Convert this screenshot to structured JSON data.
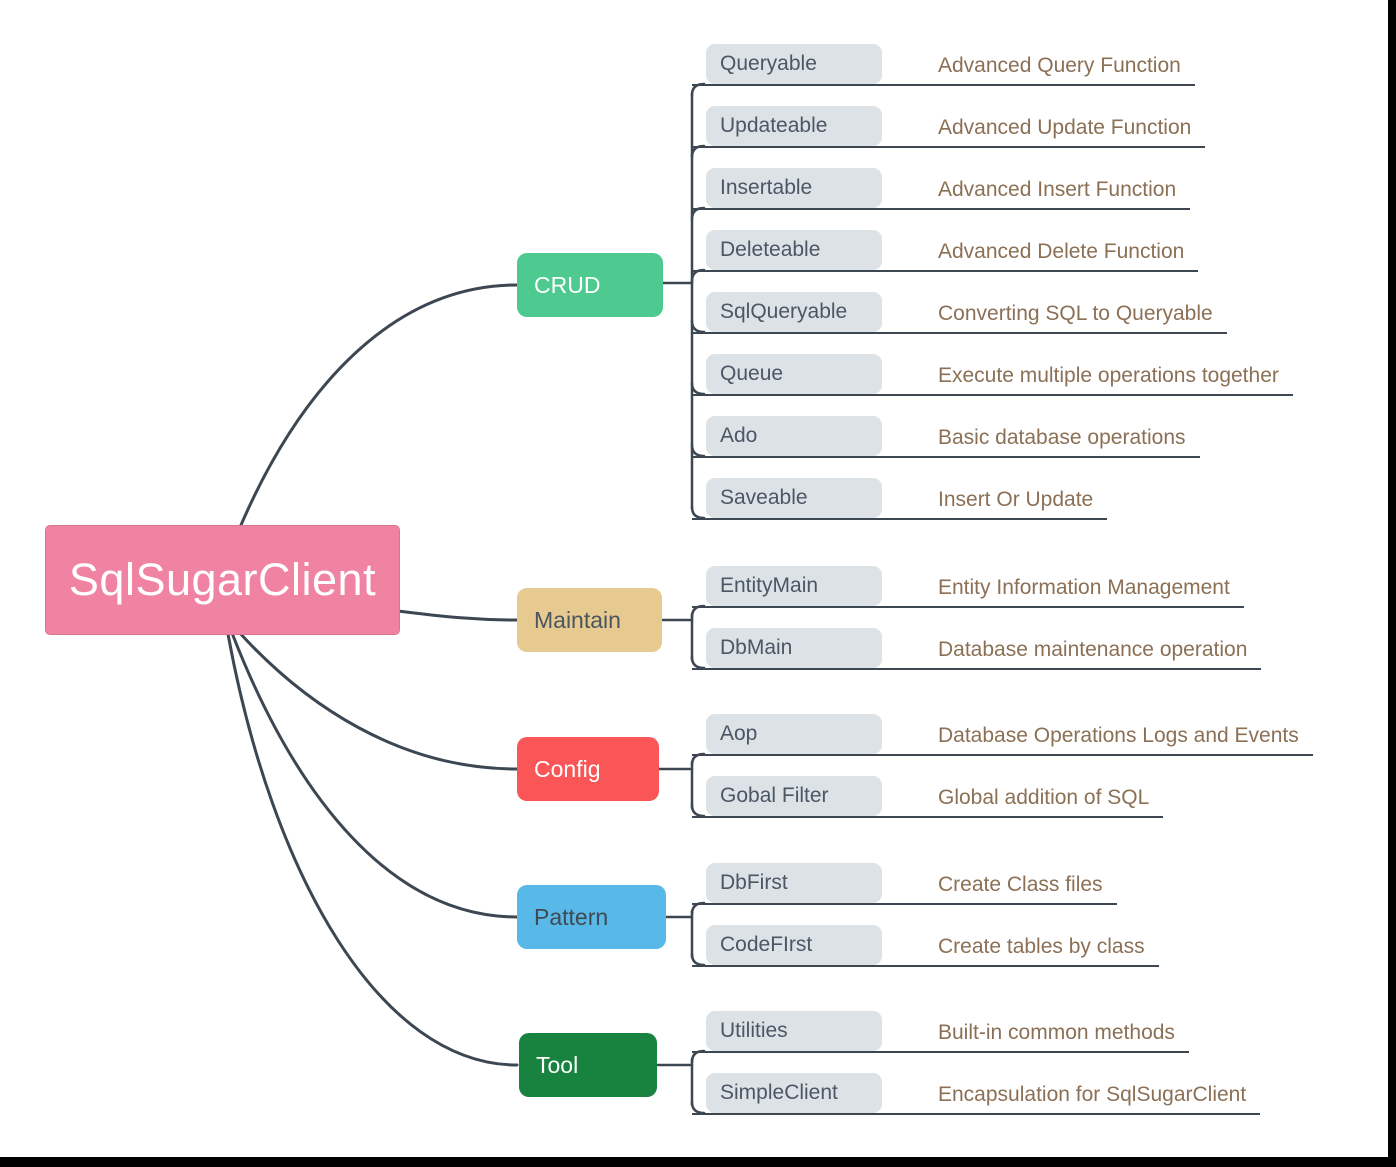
{
  "root": {
    "label": "SqlSugarClient"
  },
  "branches": [
    {
      "id": "crud",
      "label": "CRUD",
      "color": "#4ec98f",
      "text_color": "#ffffff",
      "children": [
        {
          "label": "Queryable",
          "desc": "Advanced Query Function"
        },
        {
          "label": "Updateable",
          "desc": "Advanced Update Function"
        },
        {
          "label": "Insertable",
          "desc": "Advanced Insert Function"
        },
        {
          "label": "Deleteable",
          "desc": "Advanced Delete Function"
        },
        {
          "label": "SqlQueryable",
          "desc": "Converting SQL to Queryable"
        },
        {
          "label": "Queue",
          "desc": "Execute multiple operations together"
        },
        {
          "label": "Ado",
          "desc": "Basic database operations"
        },
        {
          "label": "Saveable",
          "desc": "Insert Or Update"
        }
      ]
    },
    {
      "id": "maintain",
      "label": "Maintain",
      "color": "#e7ca90",
      "text_color": "#4a5560",
      "children": [
        {
          "label": "EntityMain",
          "desc": "Entity Information Management"
        },
        {
          "label": "DbMain",
          "desc": "Database maintenance operation"
        }
      ]
    },
    {
      "id": "config",
      "label": "Config",
      "color": "#fa5557",
      "text_color": "#ffffff",
      "children": [
        {
          "label": "Aop",
          "desc": "Database Operations Logs and Events"
        },
        {
          "label": "Gobal Filter",
          "desc": "Global addition of SQL"
        }
      ]
    },
    {
      "id": "pattern",
      "label": "Pattern",
      "color": "#58b8e8",
      "text_color": "#3f4a55",
      "children": [
        {
          "label": "DbFirst",
          "desc": "Create Class files"
        },
        {
          "label": "CodeFIrst",
          "desc": "Create tables by class"
        }
      ]
    },
    {
      "id": "tool",
      "label": "Tool",
      "color": "#17833f",
      "text_color": "#ffffff",
      "children": [
        {
          "label": "Utilities",
          "desc": "Built-in common methods"
        },
        {
          "label": "SimpleClient",
          "desc": "Encapsulation for SqlSugarClient"
        }
      ]
    }
  ],
  "colors": {
    "root": "#f083a2",
    "child_bg": "#dde2e6",
    "child_text": "#4b5765",
    "desc_text": "#8b7055",
    "line": "#3c4752",
    "edge_bar": "#000000"
  }
}
